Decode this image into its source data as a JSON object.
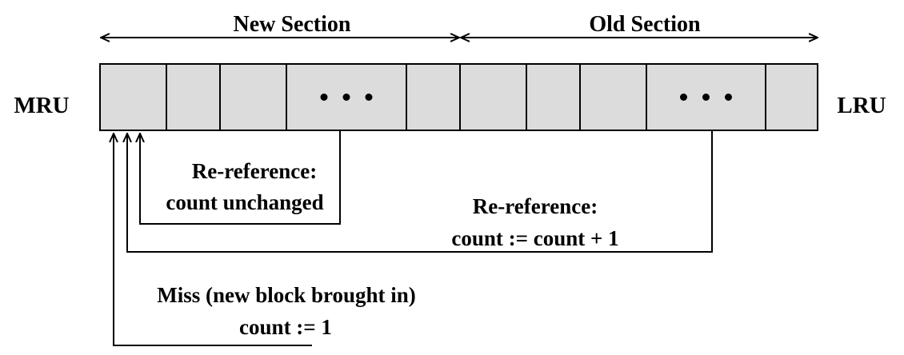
{
  "sections": {
    "new_label": "New Section",
    "old_label": "Old Section"
  },
  "ends": {
    "mru_label": "MRU",
    "lru_label": "LRU"
  },
  "cache_cells": [
    {
      "kind": "block"
    },
    {
      "kind": "block"
    },
    {
      "kind": "block"
    },
    {
      "kind": "ellipsis"
    },
    {
      "kind": "block"
    },
    {
      "kind": "block"
    },
    {
      "kind": "block"
    },
    {
      "kind": "block"
    },
    {
      "kind": "ellipsis"
    },
    {
      "kind": "block"
    }
  ],
  "transitions": {
    "new_reref": {
      "line1": "Re-reference:",
      "line2": "count unchanged"
    },
    "old_reref": {
      "line1": "Re-reference:",
      "line2": "count := count + 1"
    },
    "miss": {
      "line1": "Miss (new block brought in)",
      "line2": "count := 1"
    }
  },
  "colors": {
    "cell_fill": "#dcdcdc",
    "stroke": "#000000"
  }
}
